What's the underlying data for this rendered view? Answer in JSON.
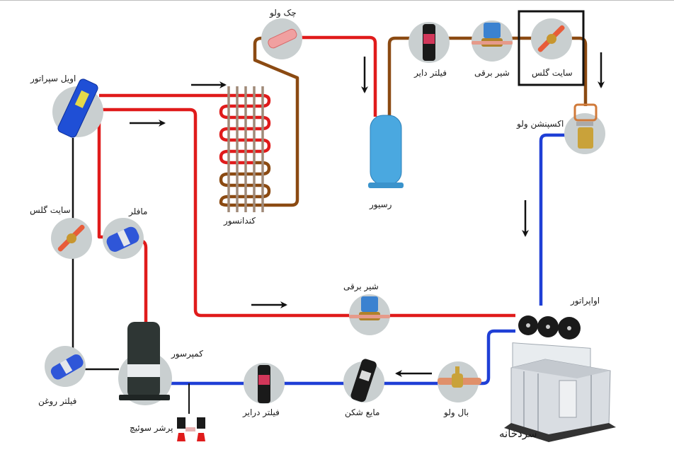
{
  "title": "شماتیک سیکل تبرید سردخانه",
  "colors": {
    "hot_gas_line": "#e01b1b",
    "liquid_line": "#8b4a12",
    "suction_line": "#1f3fd6",
    "oil_line": "#111111",
    "component_bg": "#c9cfd0",
    "arrow": "#111111"
  },
  "components": {
    "oil_separator": {
      "label": "اویل سپراتور",
      "icon": "oil-separator-icon"
    },
    "condenser": {
      "label": "کندانسور",
      "icon": "condenser-coil-icon"
    },
    "check_valve": {
      "label": "چک ولو",
      "icon": "check-valve-icon"
    },
    "receiver": {
      "label": "رسیور",
      "icon": "receiver-tank-icon"
    },
    "filter_drier_top": {
      "label": "فیلتر دایر",
      "icon": "filter-drier-icon"
    },
    "solenoid_top": {
      "label": "شیر برقی",
      "icon": "solenoid-valve-icon"
    },
    "sight_glass_top": {
      "label": "سایت گلس",
      "icon": "sight-glass-icon"
    },
    "expansion_valve": {
      "label": "اکسپنشن ولو",
      "icon": "expansion-valve-icon"
    },
    "evaporator": {
      "label": "اواپراتور",
      "icon": "evaporator-fan-icon"
    },
    "cold_room": {
      "label": "سردخانه",
      "icon": "cold-room-icon"
    },
    "ball_valve": {
      "label": "بال ولو",
      "icon": "ball-valve-icon"
    },
    "accumulator": {
      "label": "مایع شکن",
      "icon": "accumulator-icon"
    },
    "filter_drier_bottom": {
      "label": "فیلتر درایر",
      "icon": "filter-drier-icon"
    },
    "compressor": {
      "label": "کمپرسور",
      "icon": "compressor-icon"
    },
    "pressure_switch": {
      "label": "پرشر سوئیچ",
      "icon": "pressure-switch-icon"
    },
    "oil_filter": {
      "label": "فیلتر روغن",
      "icon": "oil-filter-icon"
    },
    "sight_glass_left": {
      "label": "سایت گلس",
      "icon": "sight-glass-icon"
    },
    "muffler": {
      "label": "مافلر",
      "icon": "muffler-icon"
    },
    "solenoid_bottom": {
      "label": "شیر برقی",
      "icon": "solenoid-valve-icon"
    }
  },
  "highlighted_component": "sight_glass_top"
}
